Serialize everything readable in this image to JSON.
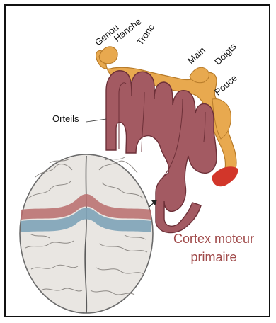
{
  "labels": {
    "genou": "Genou",
    "hanche": "Hanche",
    "tronc": "Tronc",
    "main": "Main",
    "doigts": "Doigts",
    "pouce": "Pouce",
    "orteils": "Orteils"
  },
  "title": {
    "line1": "Cortex moteur",
    "line2": "primaire"
  },
  "colors": {
    "cortex": "#a35a62",
    "cortex_edge": "#6d3038",
    "homunculus": "#e8a94f",
    "brain": "#e9e6e2",
    "motor_band": "#b96c6c",
    "sensory_band": "#7ea3b8",
    "title": "#a04a4a"
  }
}
